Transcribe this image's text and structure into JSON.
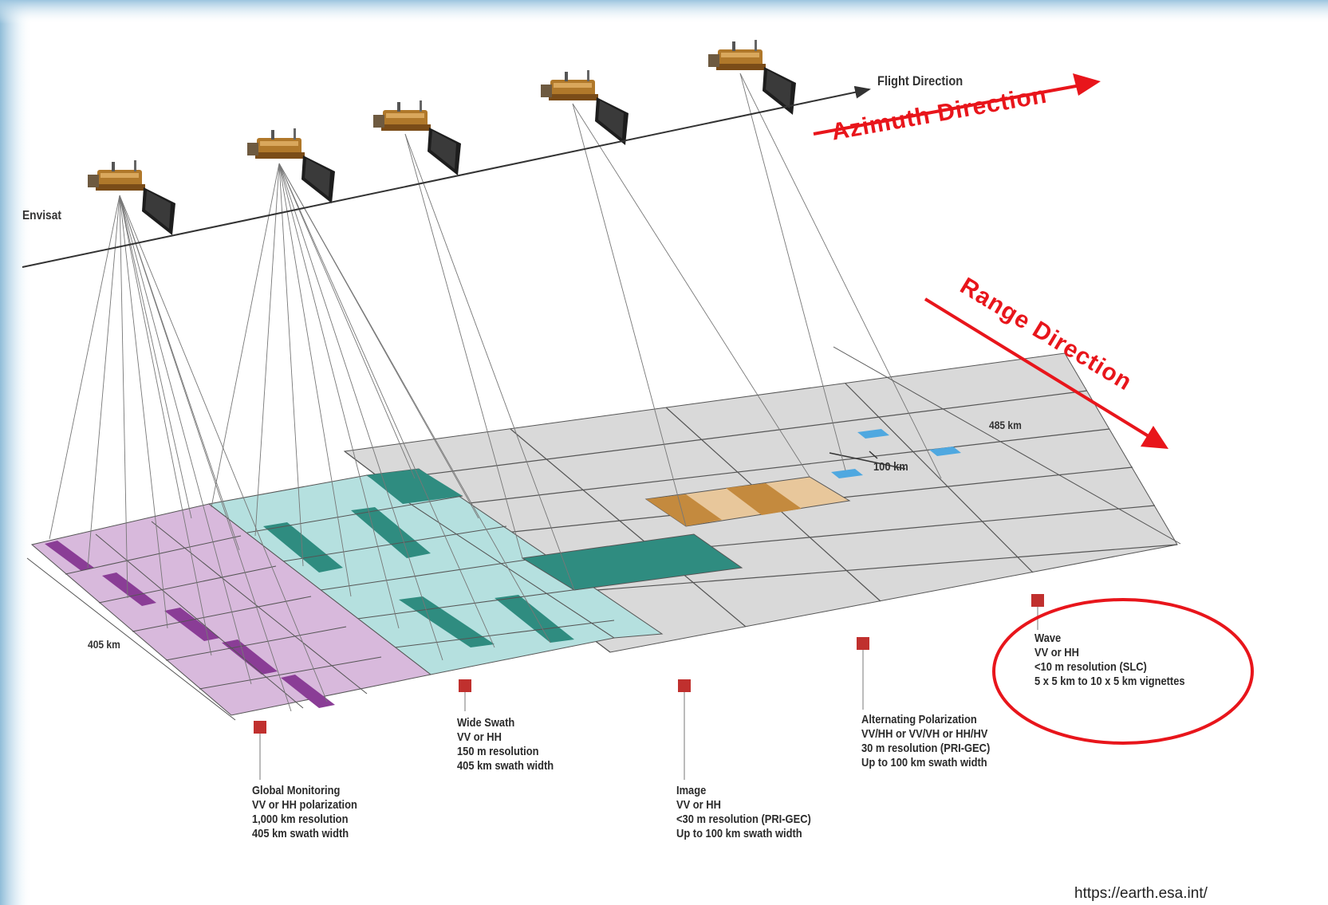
{
  "labels": {
    "satellite": "Envisat",
    "flight_direction": "Flight Direction",
    "azimuth_direction": "Azimuth Direction",
    "range_direction": "Range Direction",
    "width_405": "405 km",
    "width_485": "485 km",
    "spacing_100": "100 km",
    "source": "https://earth.esa.int/"
  },
  "modes": {
    "global_monitoring": [
      "Global Monitoring",
      "VV or HH polarization",
      "1,000 km resolution",
      "405 km swath width"
    ],
    "wide_swath": [
      "Wide Swath",
      "VV or HH",
      "150 m resolution",
      "405 km swath width"
    ],
    "image": [
      "Image",
      "VV or HH",
      "<30 m resolution (PRI-GEC)",
      "Up to 100 km swath width"
    ],
    "alternating_polarization": [
      "Alternating Polarization",
      "VV/HH or VV/VH or HH/HV",
      "30 m resolution (PRI-GEC)",
      "Up to 100 km swath width"
    ],
    "wave": [
      "Wave",
      "VV or HH",
      "<10 m resolution (SLC)",
      "5 x 5 km to 10 x 5 km vignettes"
    ]
  },
  "colors": {
    "accent_red": "#e8151b",
    "global_monitoring": "#d8b9dc",
    "wide_swath": "#b5e0df",
    "image_strip": "#2f8c80",
    "alternating_polarization": "#c48a3e",
    "wave": "#4fa8e0",
    "ground_grid": "#d9d9d9"
  }
}
